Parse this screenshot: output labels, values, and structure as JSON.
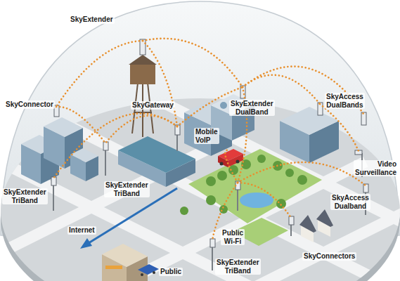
{
  "diagram": {
    "labels": [
      "SkyExtender",
      "SkyConnector",
      "SkyGateway",
      "SkyExtender DualBand",
      "SkyAccess DualBands",
      "Mobile VoIP",
      "Video Surveillance",
      "SkyExtender TriBand",
      "SkyExtender TriBand",
      "SkyAccess Dualband",
      "Public Wi-Fi",
      "Internet",
      "SkyConnectors",
      "SkyExtender TriBand",
      "Public"
    ]
  }
}
